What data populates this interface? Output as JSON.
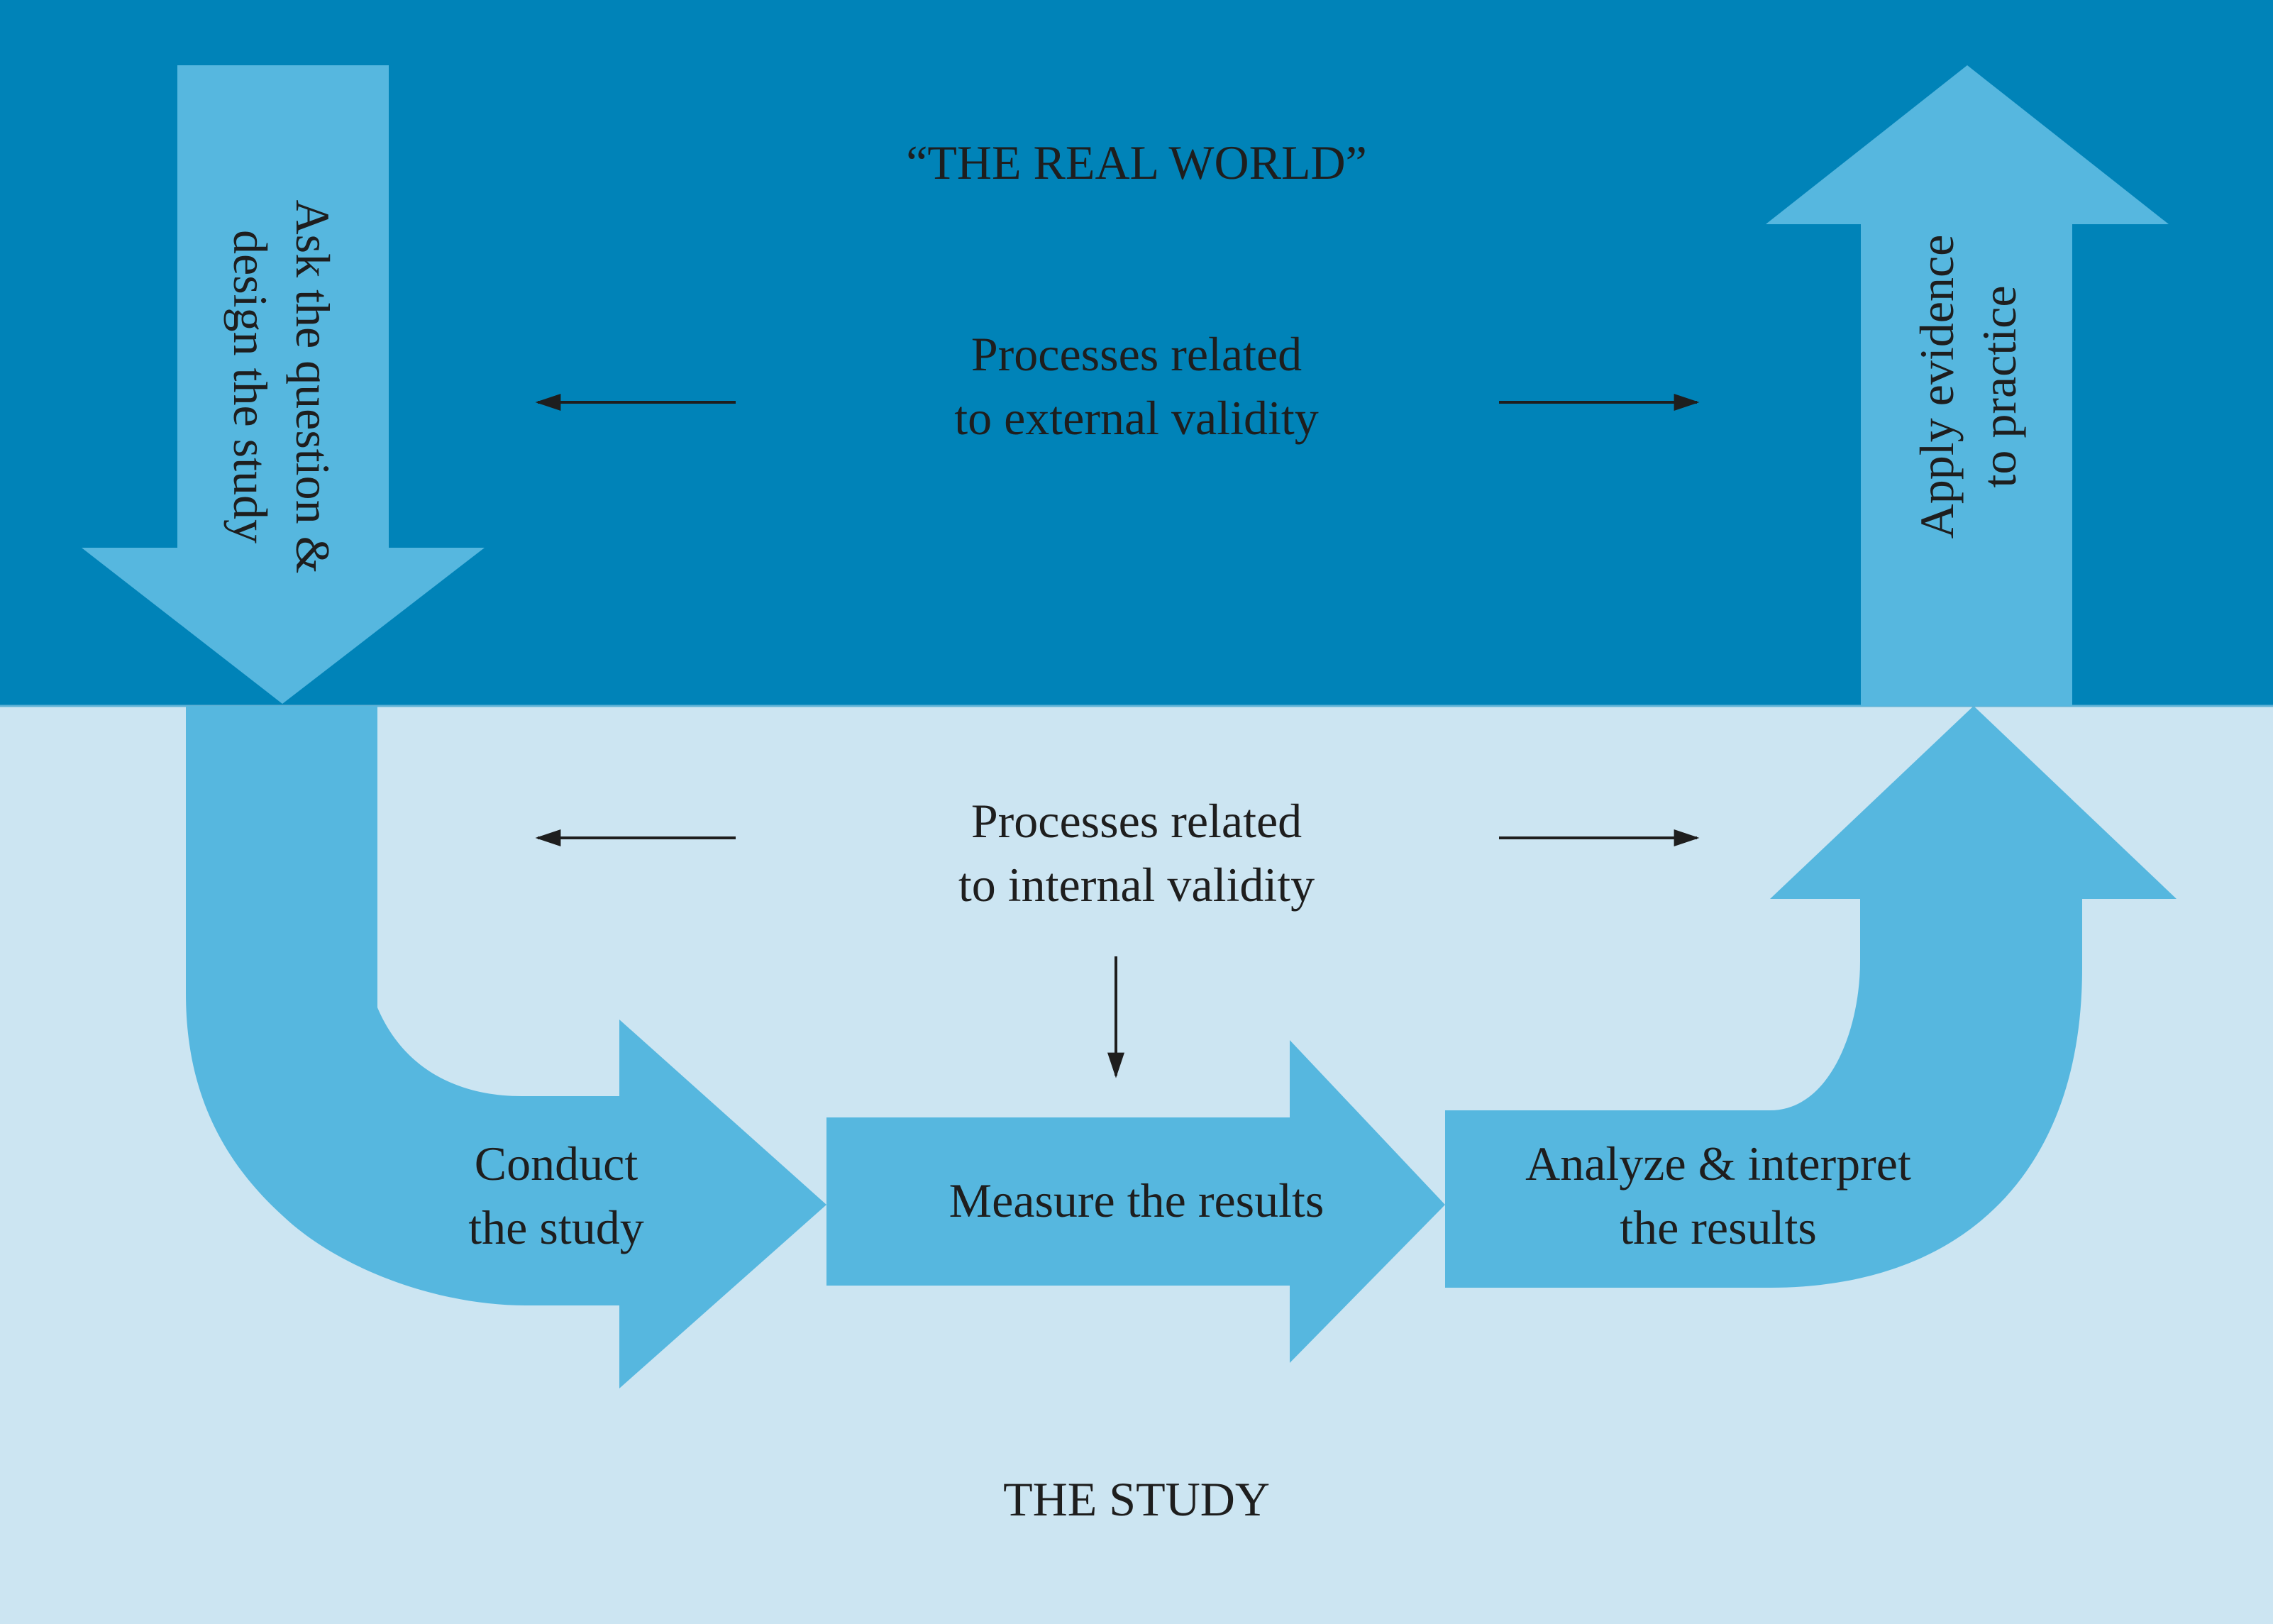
{
  "colors": {
    "real_world_background": "#0083b8",
    "study_background": "#cce5f2",
    "arrow_fill": "#56b7df",
    "text": "#1e1e1e"
  },
  "regions": {
    "real_world_title": "“THE REAL WORLD”",
    "study_title": "THE STUDY"
  },
  "processes": {
    "external_validity": [
      "Processes related",
      "to external validity"
    ],
    "internal_validity": [
      "Processes related",
      "to internal validity"
    ]
  },
  "steps": {
    "ask_design": [
      "Ask the question &",
      "design the study"
    ],
    "conduct": [
      "Conduct",
      "the study"
    ],
    "measure": "Measure the results",
    "analyze": [
      "Analyze & interpret",
      "the results"
    ],
    "apply": [
      "Apply evidence",
      "to practice"
    ]
  },
  "icons": {
    "arrowheads": "arrow-head-icon"
  }
}
